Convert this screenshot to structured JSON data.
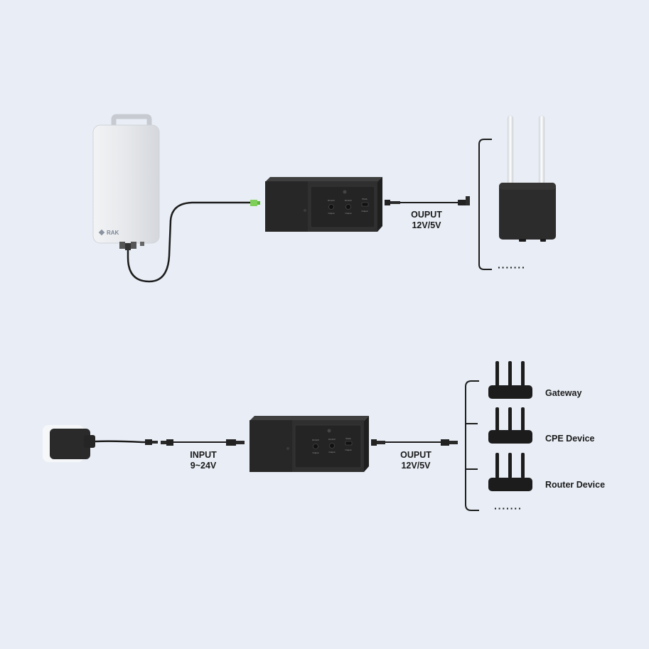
{
  "top_setup": {
    "output_label": {
      "line1": "OUPUT",
      "line2": "12V/5V"
    },
    "gateway_logo": "RAK",
    "bracket_more": "·······"
  },
  "bottom_setup": {
    "input_label": {
      "line1": "INPUT",
      "line2": "9~24V"
    },
    "output_label": {
      "line1": "OUPUT",
      "line2": "12V/5V"
    },
    "devices": [
      {
        "name": "Gateway",
        "icon": "router-icon"
      },
      {
        "name": "CPE Device",
        "icon": "router-icon"
      },
      {
        "name": "Router Device",
        "icon": "router-icon"
      }
    ],
    "bracket_more": "·······"
  },
  "power_box": {
    "port_labels": [
      "DC12V",
      "DC12V",
      "5V2A"
    ],
    "port_sub_label": "Output"
  },
  "colors": {
    "background": "#e9eef6",
    "box": "#2a2a2a",
    "cable": "#1c1c1c",
    "text": "#1a1a1a",
    "green_connector": "#7fd05a",
    "gateway_body": "#e4e6ea"
  }
}
